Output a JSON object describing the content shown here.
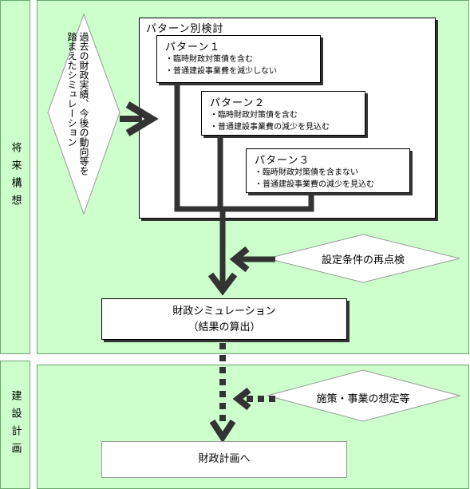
{
  "side": {
    "top_label": "将来構想",
    "bottom_label": "建設計画"
  },
  "diamond_left": {
    "line1": "過去の財政実績、今後の動向等を",
    "line2": "踏まえたシミュレーション"
  },
  "patterns": {
    "title": "パターン別検討",
    "p1": {
      "title": "パターン１",
      "l1": "・臨時財政対策債を含む",
      "l2": "・普通建設事業費を減少しない"
    },
    "p2": {
      "title": "パターン２",
      "l1": "・臨時財政対策債を含む",
      "l2": "・普通建設事業費の減少を見込む"
    },
    "p3": {
      "title": "パターン３",
      "l1": "・臨時財政対策債を含まない",
      "l2": "・普通建設事業費の減少を見込む"
    }
  },
  "diamond_recheck": "設定条件の再点検",
  "simulation": {
    "line1": "財政シミュレーション",
    "line2": "（結果の算出）"
  },
  "diamond_policy": "施策・事業の想定等",
  "final_box": "財政計画へ",
  "colors": {
    "panel": "#ccffcc",
    "border": "#6aa86a",
    "arrow": "#333333"
  }
}
